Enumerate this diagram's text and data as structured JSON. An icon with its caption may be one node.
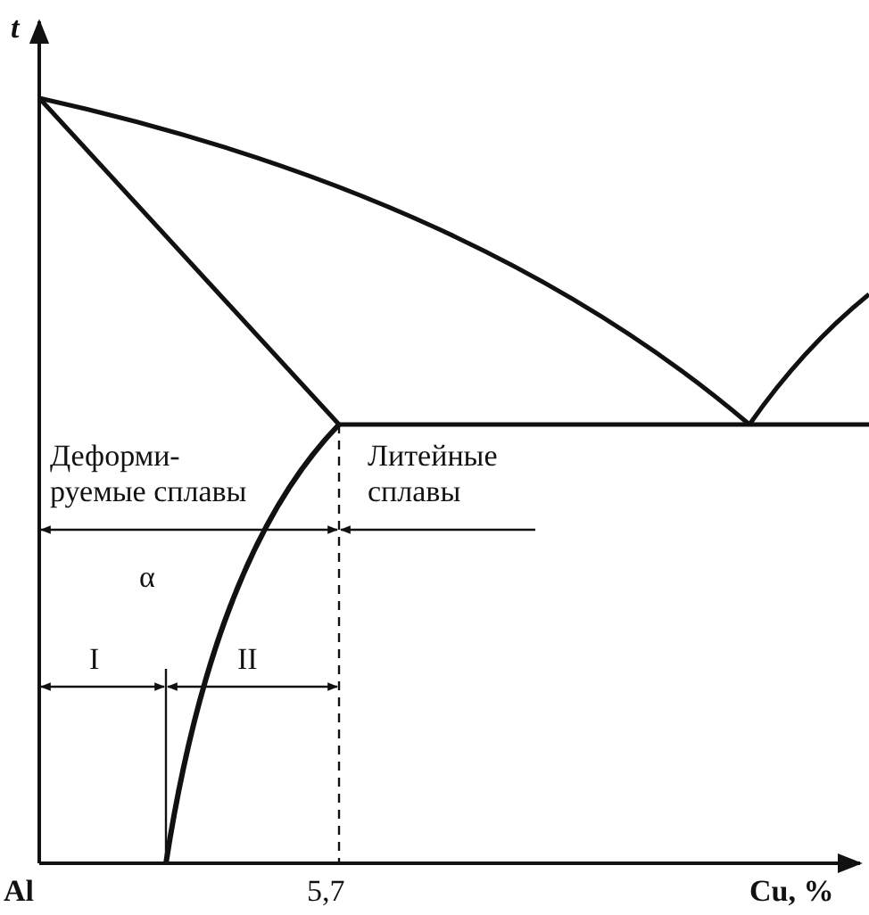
{
  "diagram": {
    "labels": [
      "t",
      "Деформи- руемые сплавы",
      "Литейные сплавы",
      "α",
      "I",
      "II",
      "Al",
      "5,7",
      "Cu, %"
    ]
  }
}
